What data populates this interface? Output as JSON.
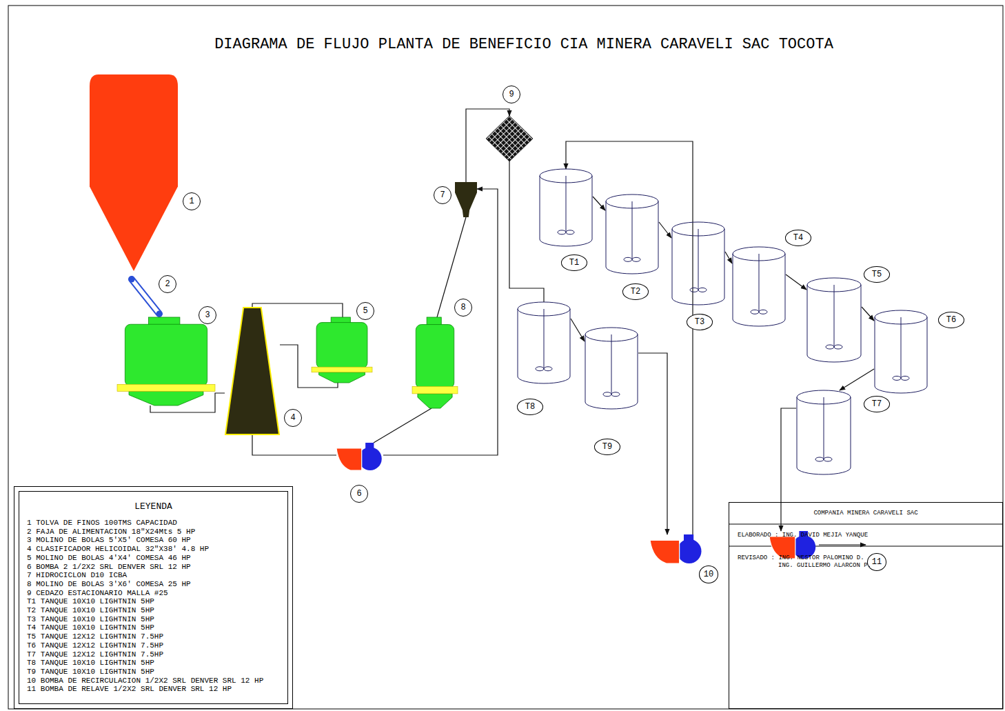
{
  "diagram": {
    "title": "DIAGRAMA DE FLUJO PLANTA DE BENEFICIO CIA MINERA CARAVELI SAC TOCOTA",
    "nodes": [
      {
        "text": [
          "1"
        ]
      },
      {
        "text": [
          "2"
        ]
      },
      {
        "text": [
          "3"
        ]
      },
      {
        "text": [
          "4"
        ]
      },
      {
        "text": [
          "5"
        ]
      },
      {
        "text": [
          "6"
        ]
      },
      {
        "text": [
          "7"
        ]
      },
      {
        "text": [
          "8"
        ]
      },
      {
        "text": [
          "9"
        ]
      },
      {
        "text": [
          "T1"
        ]
      },
      {
        "text": [
          "T2"
        ]
      },
      {
        "text": [
          "T3"
        ]
      },
      {
        "text": [
          "T4"
        ]
      },
      {
        "text": [
          "T5"
        ]
      },
      {
        "text": [
          "T6"
        ]
      },
      {
        "text": [
          "T7"
        ]
      },
      {
        "text": [
          "T8"
        ]
      },
      {
        "text": [
          "T9"
        ]
      },
      {
        "text": [
          "10"
        ]
      },
      {
        "text": [
          "11"
        ]
      },
      {
        "text": [
          "LEYENDA",
          "1 TOLVA DE FINOS 100TMS CAPACIDAD",
          "2 FAJA DE ALIMENTACION 18\"X24Mts 5 HP",
          "3 MOLINO DE BOLAS 5'X5' COMESA 60 HP",
          "4 CLASIFICADOR HELICOIDAL 32\"X38' 4.8 HP",
          "5 MOLINO DE BOLAS 4'X4' COMESA 46 HP",
          "6 BOMBA 2 1/2X2 SRL DENVER SRL 12 HP",
          "7 HIDROCICLON D10 ICBA",
          "8 MOLINO DE BOLAS 3'X6' COMESA 25 HP",
          "9 CEDAZO ESTACIONARIO MALLA #25",
          "T1 TANQUE 10X10 LIGHTNIN 5HP",
          "T2 TANQUE 10X10 LIGHTNIN 5HP",
          "T3 TANQUE 10X10 LIGHTNIN 5HP",
          "T4 TANQUE 10X10 LIGHTNIN 5HP",
          "T5 TANQUE 12X12 LIGHTNIN 7.5HP",
          "T6 TANQUE 12X12 LIGHTNIN 7.5HP",
          "T7 TANQUE 12X12 LIGHTNIN 7.5HP",
          "T8 TANQUE 10X10 LIGHTNIN 5HP",
          "T9 TANQUE 10X10 LIGHTNIN 5HP",
          "10 BOMBA DE RECIRCULACION 1/2X2 SRL DENVER SRL 12 HP",
          "11 BOMBA DE RELAVE 1/2X2 SRL DENVER SRL 12 HP"
        ]
      },
      {
        "text": [
          "COMPANIA MINERA CARAVELI SAC",
          "ELABORADO : ING. DAVID MEJIA YANQUE",
          "REVISADO : ING. NESTOR PALOMINO D. ING. GUILLERMO ALARCON P."
        ]
      }
    ],
    "edges": [
      {
        "from": 2,
        "to": 3,
        "arrow": "none"
      },
      {
        "from": 3,
        "to": 4,
        "arrow": "none"
      },
      {
        "from": 4,
        "to": 3,
        "arrow": "none"
      },
      {
        "from": 3,
        "to": 5,
        "arrow": "none"
      },
      {
        "from": 7,
        "to": 5,
        "arrow": "none"
      },
      {
        "from": 5,
        "to": 6,
        "arrow": "to"
      },
      {
        "from": 6,
        "to": 7,
        "arrow": "none"
      },
      {
        "from": 6,
        "to": 8,
        "arrow": "to"
      },
      {
        "from": 8,
        "to": 16,
        "arrow": "none"
      },
      {
        "from": 16,
        "to": 17,
        "arrow": "to"
      },
      {
        "from": 17,
        "to": 18,
        "arrow": "to"
      },
      {
        "from": 18,
        "to": 9,
        "arrow": "to"
      },
      {
        "from": 9,
        "to": 10,
        "arrow": "to"
      },
      {
        "from": 10,
        "to": 11,
        "arrow": "to"
      },
      {
        "from": 11,
        "to": 12,
        "arrow": "to"
      },
      {
        "from": 12,
        "to": 13,
        "arrow": "to"
      },
      {
        "from": 13,
        "to": 14,
        "arrow": "to"
      },
      {
        "from": 14,
        "to": 15,
        "arrow": "to"
      },
      {
        "from": 15,
        "to": 19,
        "arrow": "to"
      }
    ]
  }
}
